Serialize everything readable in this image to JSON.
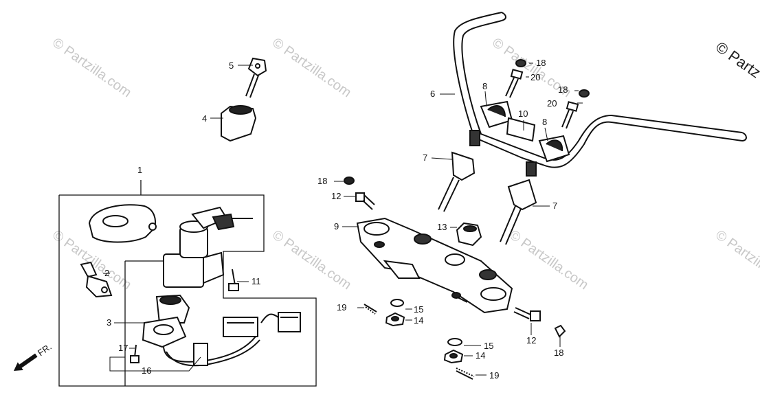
{
  "watermark": {
    "text": "© Partzilla.com",
    "corner_text": "© Partz"
  },
  "callouts": [
    {
      "id": "c1",
      "text": "1"
    },
    {
      "id": "c2",
      "text": "2"
    },
    {
      "id": "c3",
      "text": "3"
    },
    {
      "id": "c4",
      "text": "4"
    },
    {
      "id": "c5",
      "text": "5"
    },
    {
      "id": "c6",
      "text": "6"
    },
    {
      "id": "c7a",
      "text": "7"
    },
    {
      "id": "c7b",
      "text": "7"
    },
    {
      "id": "c8a",
      "text": "8"
    },
    {
      "id": "c8b",
      "text": "8"
    },
    {
      "id": "c9",
      "text": "9"
    },
    {
      "id": "c10",
      "text": "10"
    },
    {
      "id": "c11",
      "text": "11"
    },
    {
      "id": "c12a",
      "text": "12"
    },
    {
      "id": "c12b",
      "text": "12"
    },
    {
      "id": "c13",
      "text": "13"
    },
    {
      "id": "c14a",
      "text": "14"
    },
    {
      "id": "c14b",
      "text": "14"
    },
    {
      "id": "c15a",
      "text": "15"
    },
    {
      "id": "c15b",
      "text": "15"
    },
    {
      "id": "c16",
      "text": "16"
    },
    {
      "id": "c17",
      "text": "17"
    },
    {
      "id": "c18a",
      "text": "18"
    },
    {
      "id": "c18b",
      "text": "18"
    },
    {
      "id": "c18c",
      "text": "18"
    },
    {
      "id": "c18d",
      "text": "18"
    },
    {
      "id": "c19a",
      "text": "19"
    },
    {
      "id": "c19b",
      "text": "19"
    },
    {
      "id": "c20a",
      "text": "20"
    },
    {
      "id": "c20b",
      "text": "20"
    }
  ],
  "front_arrow": {
    "text": "FR."
  },
  "colors": {
    "ink": "#111111",
    "watermark": "#c8c8c8",
    "background": "#ffffff"
  }
}
